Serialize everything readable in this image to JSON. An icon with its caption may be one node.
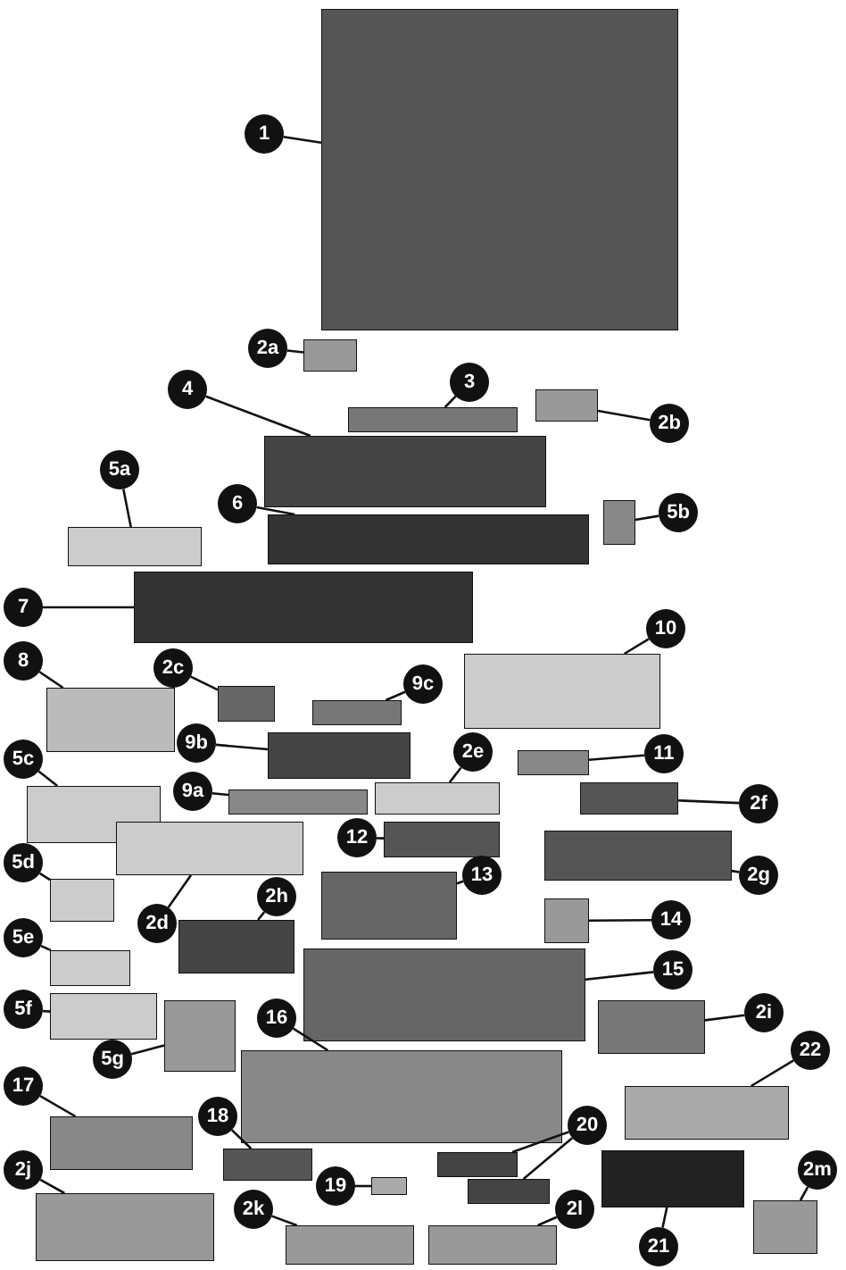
{
  "diagram": {
    "nodes": [
      {
        "text": [
          "1"
        ]
      },
      {
        "text": [],
        "shape": "box"
      },
      {
        "text": [
          "2a"
        ]
      },
      {
        "text": [],
        "shape": "box"
      },
      {
        "text": [
          "3"
        ]
      },
      {
        "text": [],
        "shape": "box"
      },
      {
        "text": [
          "2b"
        ]
      },
      {
        "text": [],
        "shape": "box"
      },
      {
        "text": [
          "4"
        ]
      },
      {
        "text": [],
        "shape": "box"
      },
      {
        "text": [
          "5a"
        ]
      },
      {
        "text": [],
        "shape": "box"
      },
      {
        "text": [
          "5b"
        ]
      },
      {
        "text": [],
        "shape": "box"
      },
      {
        "text": [
          "6"
        ]
      },
      {
        "text": [],
        "shape": "box"
      },
      {
        "text": [
          "7"
        ]
      },
      {
        "text": [],
        "shape": "box"
      },
      {
        "text": [
          "8"
        ]
      },
      {
        "text": [],
        "shape": "box"
      },
      {
        "text": [
          "2c"
        ]
      },
      {
        "text": [],
        "shape": "box"
      },
      {
        "text": [
          "9c"
        ]
      },
      {
        "text": [],
        "shape": "box"
      },
      {
        "text": [
          "10"
        ]
      },
      {
        "text": [],
        "shape": "box"
      },
      {
        "text": [
          "5c"
        ]
      },
      {
        "text": [],
        "shape": "box"
      },
      {
        "text": [
          "9b"
        ]
      },
      {
        "text": [],
        "shape": "box"
      },
      {
        "text": [
          "2e"
        ]
      },
      {
        "text": [],
        "shape": "box"
      },
      {
        "text": [
          "11"
        ]
      },
      {
        "text": [],
        "shape": "box"
      },
      {
        "text": [
          "9a"
        ]
      },
      {
        "text": [],
        "shape": "box"
      },
      {
        "text": [
          "2f"
        ]
      },
      {
        "text": [],
        "shape": "box"
      },
      {
        "text": [
          "5d"
        ]
      },
      {
        "text": [],
        "shape": "box"
      },
      {
        "text": [
          "12"
        ]
      },
      {
        "text": [],
        "shape": "box"
      },
      {
        "text": [
          "2d"
        ]
      },
      {
        "text": [],
        "shape": "box"
      },
      {
        "text": [
          "2h"
        ]
      },
      {
        "text": [],
        "shape": "box"
      },
      {
        "text": [
          "13"
        ]
      },
      {
        "text": [],
        "shape": "box"
      },
      {
        "text": [
          "2g"
        ]
      },
      {
        "text": [],
        "shape": "box"
      },
      {
        "text": [
          "5e"
        ]
      },
      {
        "text": [],
        "shape": "box"
      },
      {
        "text": [
          "14"
        ]
      },
      {
        "text": [],
        "shape": "box"
      },
      {
        "text": [
          "5f"
        ]
      },
      {
        "text": [],
        "shape": "box"
      },
      {
        "text": [
          "15"
        ]
      },
      {
        "text": [],
        "shape": "box"
      },
      {
        "text": [
          "2i"
        ]
      },
      {
        "text": [],
        "shape": "box"
      },
      {
        "text": [
          "5g"
        ]
      },
      {
        "text": [],
        "shape": "box"
      },
      {
        "text": [
          "16"
        ]
      },
      {
        "text": [],
        "shape": "box"
      },
      {
        "text": [
          "22"
        ]
      },
      {
        "text": [],
        "shape": "box"
      },
      {
        "text": [
          "17"
        ]
      },
      {
        "text": [],
        "shape": "box"
      },
      {
        "text": [
          "18"
        ]
      },
      {
        "text": [],
        "shape": "box"
      },
      {
        "text": [
          "20"
        ]
      },
      {
        "text": [],
        "shape": "box"
      },
      {
        "text": [],
        "shape": "box"
      },
      {
        "text": [
          "19"
        ]
      },
      {
        "text": [],
        "shape": "box"
      },
      {
        "text": [
          "2j"
        ]
      },
      {
        "text": [],
        "shape": "box"
      },
      {
        "text": [
          "2k"
        ]
      },
      {
        "text": [],
        "shape": "box"
      },
      {
        "text": [
          "2l"
        ]
      },
      {
        "text": [],
        "shape": "box"
      },
      {
        "text": [
          "21"
        ]
      },
      {
        "text": [],
        "shape": "box"
      },
      {
        "text": [
          "2m"
        ]
      },
      {
        "text": [],
        "shape": "box"
      }
    ],
    "edges": [
      {
        "from": 0,
        "to": 1,
        "arrow": "none"
      },
      {
        "from": 2,
        "to": 3,
        "arrow": "none"
      },
      {
        "from": 4,
        "to": 5,
        "arrow": "none"
      },
      {
        "from": 6,
        "to": 7,
        "arrow": "none"
      },
      {
        "from": 8,
        "to": 9,
        "arrow": "none"
      },
      {
        "from": 10,
        "to": 11,
        "arrow": "none"
      },
      {
        "from": 12,
        "to": 13,
        "arrow": "none"
      },
      {
        "from": 14,
        "to": 15,
        "arrow": "none"
      },
      {
        "from": 16,
        "to": 17,
        "arrow": "none"
      },
      {
        "from": 18,
        "to": 19,
        "arrow": "none"
      },
      {
        "from": 20,
        "to": 21,
        "arrow": "none"
      },
      {
        "from": 22,
        "to": 23,
        "arrow": "none"
      },
      {
        "from": 24,
        "to": 25,
        "arrow": "none"
      },
      {
        "from": 26,
        "to": 27,
        "arrow": "none"
      },
      {
        "from": 28,
        "to": 29,
        "arrow": "none"
      },
      {
        "from": 30,
        "to": 31,
        "arrow": "none"
      },
      {
        "from": 32,
        "to": 33,
        "arrow": "none"
      },
      {
        "from": 34,
        "to": 35,
        "arrow": "none"
      },
      {
        "from": 36,
        "to": 37,
        "arrow": "none"
      },
      {
        "from": 38,
        "to": 39,
        "arrow": "none"
      },
      {
        "from": 40,
        "to": 41,
        "arrow": "none"
      },
      {
        "from": 42,
        "to": 43,
        "arrow": "none"
      },
      {
        "from": 44,
        "to": 45,
        "arrow": "none"
      },
      {
        "from": 46,
        "to": 47,
        "arrow": "none"
      },
      {
        "from": 48,
        "to": 49,
        "arrow": "none"
      },
      {
        "from": 50,
        "to": 51,
        "arrow": "none"
      },
      {
        "from": 52,
        "to": 53,
        "arrow": "none"
      },
      {
        "from": 54,
        "to": 55,
        "arrow": "none"
      },
      {
        "from": 56,
        "to": 57,
        "arrow": "none"
      },
      {
        "from": 58,
        "to": 59,
        "arrow": "none"
      },
      {
        "from": 60,
        "to": 61,
        "arrow": "none"
      },
      {
        "from": 62,
        "to": 63,
        "arrow": "none"
      },
      {
        "from": 64,
        "to": 65,
        "arrow": "none"
      },
      {
        "from": 66,
        "to": 67,
        "arrow": "none"
      },
      {
        "from": 68,
        "to": 69,
        "arrow": "none"
      },
      {
        "from": 70,
        "to": 71,
        "arrow": "none"
      },
      {
        "from": 70,
        "to": 72,
        "arrow": "none"
      },
      {
        "from": 73,
        "to": 74,
        "arrow": "none"
      },
      {
        "from": 75,
        "to": 76,
        "arrow": "none"
      },
      {
        "from": 77,
        "to": 78,
        "arrow": "none"
      },
      {
        "from": 79,
        "to": 80,
        "arrow": "none"
      },
      {
        "from": 81,
        "to": 82,
        "arrow": "none"
      },
      {
        "from": 83,
        "to": 84,
        "arrow": "none"
      }
    ]
  }
}
